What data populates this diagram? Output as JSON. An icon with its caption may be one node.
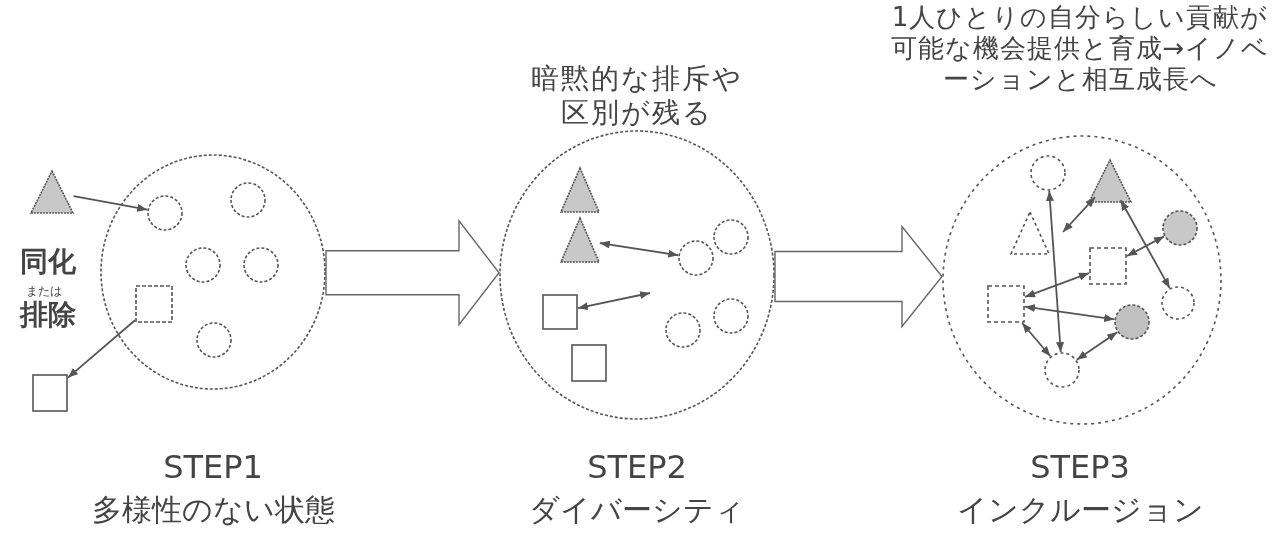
{
  "diagram": {
    "nodes": [
      {
        "text": [],
        "shape": "circle",
        "beside": [
          "STEP1",
          "多様性のない状態"
        ]
      },
      {
        "text": [],
        "shape": "triangle"
      },
      {
        "text": [],
        "shape": "circle",
        "in": 0
      },
      {
        "text": [],
        "shape": "circle",
        "in": 0
      },
      {
        "text": [],
        "shape": "circle",
        "in": 0
      },
      {
        "text": [],
        "shape": "circle",
        "in": 0
      },
      {
        "text": [],
        "shape": "box",
        "in": 0
      },
      {
        "text": [],
        "shape": "circle",
        "in": 0
      },
      {
        "text": [],
        "shape": "box"
      },
      {
        "text": [],
        "shape": "circle",
        "beside": [
          "暗黙的な排斥や区別が残る",
          "STEP2",
          "ダイバーシティ"
        ]
      },
      {
        "text": [],
        "shape": "triangle",
        "in": 9
      },
      {
        "text": [],
        "shape": "triangle",
        "in": 9
      },
      {
        "text": [],
        "shape": "circle",
        "in": 9
      },
      {
        "text": [],
        "shape": "circle",
        "in": 9
      },
      {
        "text": [],
        "shape": "box",
        "in": 9
      },
      {
        "text": [],
        "shape": "circle",
        "in": 9
      },
      {
        "text": [],
        "shape": "circle",
        "in": 9
      },
      {
        "text": [],
        "shape": "box",
        "in": 9
      },
      {
        "text": [],
        "shape": "circle",
        "beside": [
          "1人ひとりの自分らしい貢献が可能な機会提供と育成→イノベーションと相互成長へ",
          "STEP3",
          "インクルージョン"
        ]
      },
      {
        "text": [],
        "shape": "circle",
        "in": 18
      },
      {
        "text": [],
        "shape": "triangle",
        "in": 18
      },
      {
        "text": [],
        "shape": "triangle",
        "in": 18
      },
      {
        "text": [],
        "shape": "circle",
        "in": 18
      },
      {
        "text": [],
        "shape": "box",
        "in": 18
      },
      {
        "text": [],
        "shape": "box",
        "in": 18
      },
      {
        "text": [],
        "shape": "circle",
        "in": 18
      },
      {
        "text": [],
        "shape": "circle",
        "in": 18
      },
      {
        "text": [],
        "shape": "circle",
        "in": 18
      }
    ],
    "edges": [
      {
        "from": 1,
        "to": 2,
        "arrow": "to"
      },
      {
        "from": 6,
        "to": 8,
        "arrow": "to"
      },
      {
        "from": 0,
        "to": 9,
        "arrow": "to"
      },
      {
        "from": 9,
        "to": 18,
        "arrow": "to"
      },
      {
        "from": 11,
        "to": 13,
        "arrow": "both"
      },
      {
        "from": 14,
        "to": null,
        "arrow": "both"
      },
      {
        "from": 19,
        "to": 27,
        "arrow": "both"
      },
      {
        "from": null,
        "to": 20,
        "arrow": "both"
      },
      {
        "from": 20,
        "to": 25,
        "arrow": "both"
      },
      {
        "from": 22,
        "to": 23,
        "arrow": "both"
      },
      {
        "from": 23,
        "to": 24,
        "arrow": "both"
      },
      {
        "from": 24,
        "to": 26,
        "arrow": "both"
      },
      {
        "from": 24,
        "to": 27,
        "arrow": "both"
      },
      {
        "from": 27,
        "to": 26,
        "arrow": "both"
      }
    ],
    "labels": [
      "同化",
      "または",
      "排除"
    ]
  }
}
